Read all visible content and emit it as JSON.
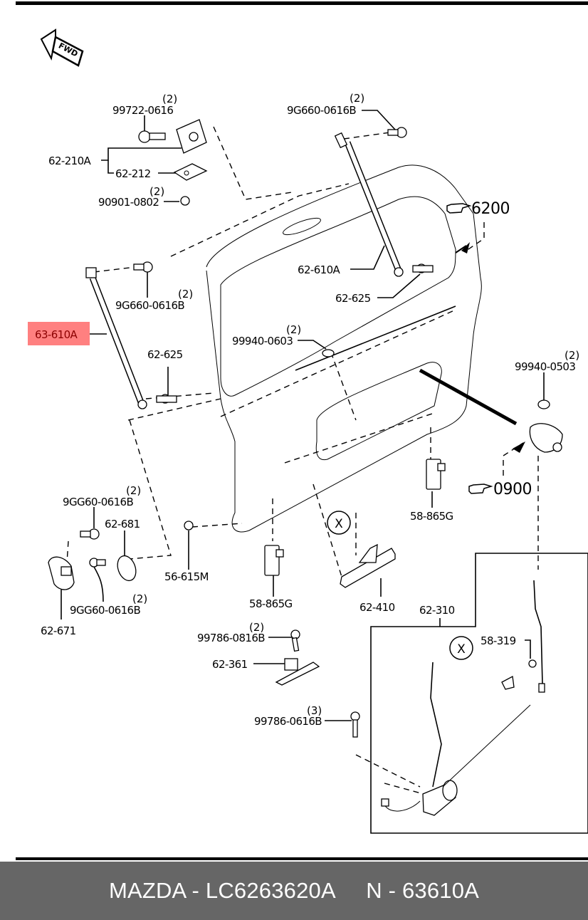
{
  "header": {
    "fwd_label": "FWD"
  },
  "callouts": [
    {
      "id": "c1",
      "part": "99722-0616",
      "qty": "(2)"
    },
    {
      "id": "c2",
      "part": "62-210A",
      "qty": ""
    },
    {
      "id": "c3",
      "part": "62-212",
      "qty": ""
    },
    {
      "id": "c4",
      "part": "90901-0802",
      "qty": "(2)"
    },
    {
      "id": "c5",
      "part": "9G660-0616B",
      "qty": "(2)"
    },
    {
      "id": "c6",
      "part": "6200",
      "qty": ""
    },
    {
      "id": "c7",
      "part": "62-610A",
      "qty": ""
    },
    {
      "id": "c8",
      "part": "62-625",
      "qty": ""
    },
    {
      "id": "c9",
      "part": "9G660-0616B",
      "qty": "(2)"
    },
    {
      "id": "c10",
      "part": "63-610A",
      "qty": "",
      "highlighted": true
    },
    {
      "id": "c11",
      "part": "62-625",
      "qty": ""
    },
    {
      "id": "c12",
      "part": "99940-0603",
      "qty": "(2)"
    },
    {
      "id": "c13",
      "part": "99940-0503",
      "qty": "(2)"
    },
    {
      "id": "c14",
      "part": "0900",
      "qty": ""
    },
    {
      "id": "c15",
      "part": "58-865G",
      "qty": ""
    },
    {
      "id": "c16",
      "part": "9GG60-0616B",
      "qty": "(2)"
    },
    {
      "id": "c17",
      "part": "62-681",
      "qty": ""
    },
    {
      "id": "c18",
      "part": "56-615M",
      "qty": ""
    },
    {
      "id": "c19",
      "part": "9GG60-0616B",
      "qty": "(2)"
    },
    {
      "id": "c20",
      "part": "62-671",
      "qty": ""
    },
    {
      "id": "c21",
      "part": "58-865G",
      "qty": ""
    },
    {
      "id": "c22",
      "part": "62-410",
      "qty": ""
    },
    {
      "id": "c23",
      "part": "62-310",
      "qty": ""
    },
    {
      "id": "c24",
      "part": "99786-0816B",
      "qty": "(2)"
    },
    {
      "id": "c25",
      "part": "62-361",
      "qty": ""
    },
    {
      "id": "c26",
      "part": "58-319",
      "qty": ""
    },
    {
      "id": "c27",
      "part": "99786-0616B",
      "qty": "(3)"
    }
  ],
  "markers": {
    "x_marker_1": "X",
    "x_marker_2": "X"
  },
  "colors": {
    "highlight": "#ff8080",
    "highlight_text": "#8b0000",
    "footer_bg": "#666666",
    "footer_text": "#ffffff"
  },
  "footer": {
    "text": "MAZDA - LC6263620A     N - 63610A"
  }
}
